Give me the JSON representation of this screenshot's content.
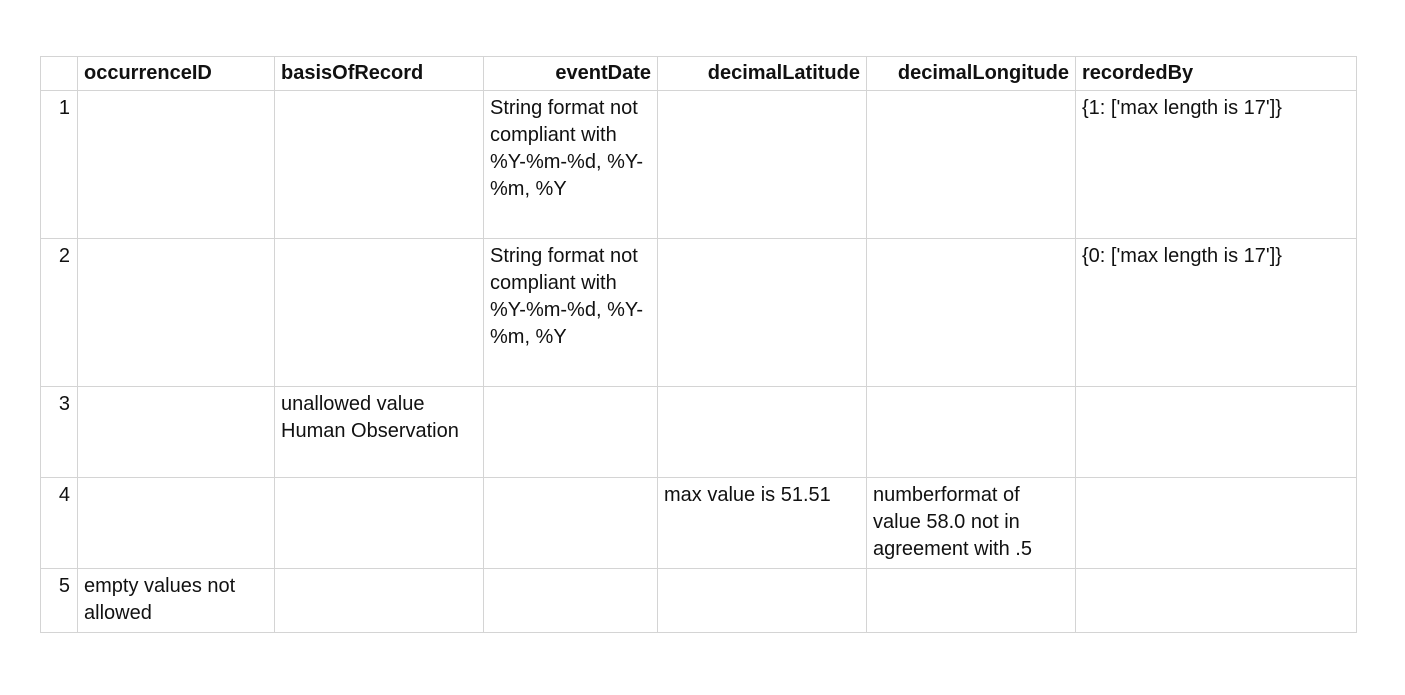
{
  "table": {
    "headers": [
      "",
      "occurrenceID",
      "basisOfRecord",
      "eventDate",
      "decimalLatitude",
      "decimalLongitude",
      "recordedBy"
    ],
    "rows": [
      {
        "num": "1",
        "occurrenceID": "",
        "basisOfRecord": "",
        "eventDate": "String format not compliant with %Y-%m-%d, %Y-%m, %Y",
        "decimalLatitude": "",
        "decimalLongitude": "",
        "recordedBy": "{1: ['max length is 17']}"
      },
      {
        "num": "2",
        "occurrenceID": "",
        "basisOfRecord": "",
        "eventDate": "String format not compliant with %Y-%m-%d, %Y-%m, %Y",
        "decimalLatitude": "",
        "decimalLongitude": "",
        "recordedBy": "{0: ['max length is 17']}"
      },
      {
        "num": "3",
        "occurrenceID": "",
        "basisOfRecord": "unallowed value Human Observation",
        "eventDate": "",
        "decimalLatitude": "",
        "decimalLongitude": "",
        "recordedBy": ""
      },
      {
        "num": "4",
        "occurrenceID": "",
        "basisOfRecord": "",
        "eventDate": "",
        "decimalLatitude": "max value is 51.51",
        "decimalLongitude": "numberformat of value 58.0 not in agreement with .5",
        "recordedBy": ""
      },
      {
        "num": "5",
        "occurrenceID": "empty values not allowed",
        "basisOfRecord": "",
        "eventDate": "",
        "decimalLatitude": "",
        "decimalLongitude": "",
        "recordedBy": ""
      }
    ]
  }
}
